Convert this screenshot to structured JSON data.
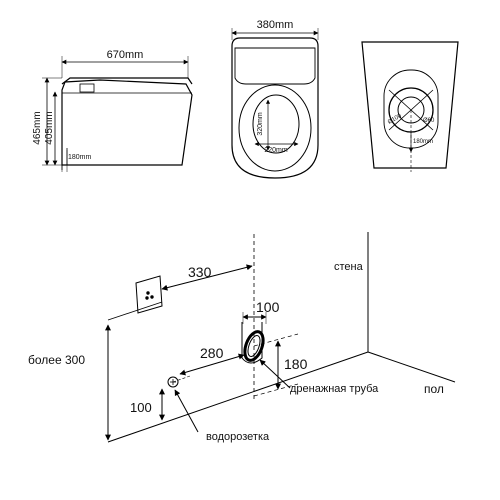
{
  "side_view": {
    "width_label": "670mm",
    "height_total_label": "465mm",
    "height_seat_label": "405mm",
    "outlet_label": "180mm"
  },
  "top_view": {
    "width_label": "380mm",
    "inner_length_label": "320mm",
    "inner_width_label": "220mm"
  },
  "bottom_view": {
    "diameter_a_label": "Ø100",
    "diameter_b_label": "Ø60",
    "offset_label": "180mm"
  },
  "install": {
    "wall_label": "стена",
    "floor_label": "пол",
    "height_min_label": "более 300",
    "socket_distance": "330",
    "drain_width": "100",
    "drain_to_inlet": "280",
    "drain_from_wall": "180",
    "inlet_from_wall": "100",
    "drain_label": "дренажная труба",
    "water_inlet_label": "водорозетка"
  }
}
